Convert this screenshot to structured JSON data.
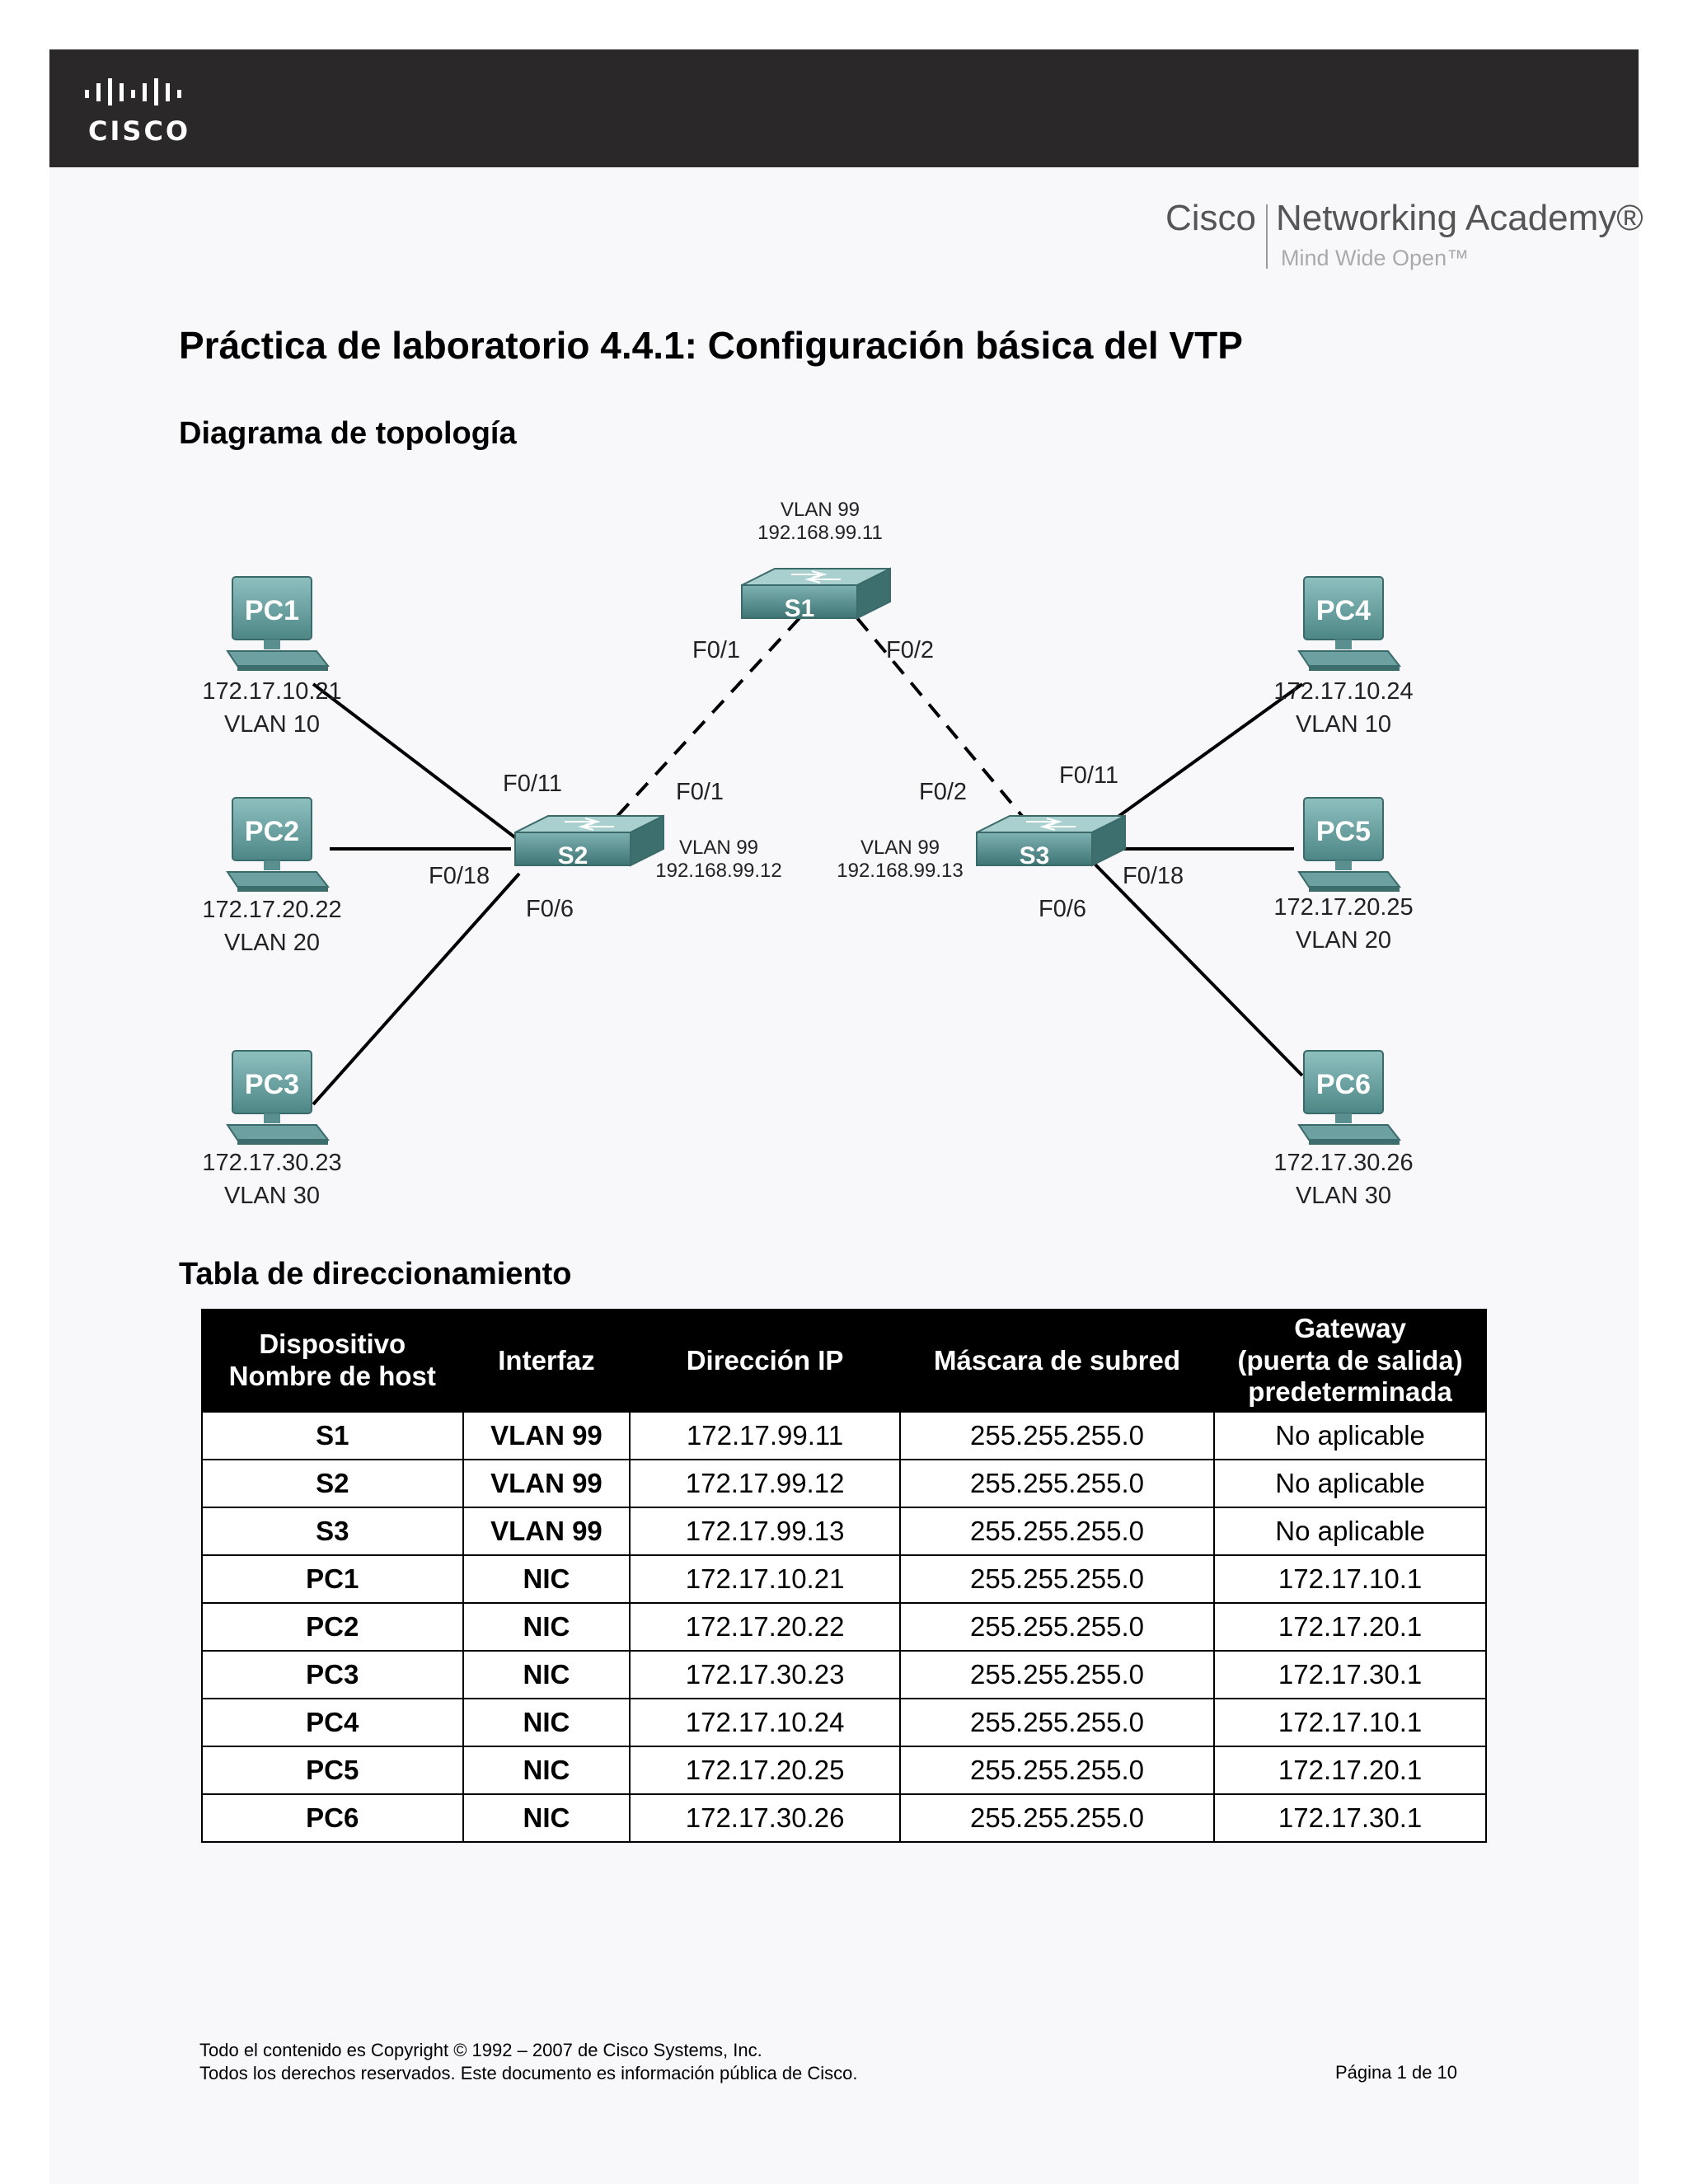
{
  "header": {
    "brand": "CISCO",
    "academy_name": "Cisco",
    "academy_sub": "Networking Academy®",
    "academy_tagline": "Mind Wide Open™"
  },
  "title": "Práctica de laboratorio 4.4.1: Configuración básica del VTP",
  "topology": {
    "heading": "Diagrama de topología",
    "pcs": [
      {
        "name": "PC1",
        "ip": "172.17.10.21",
        "vlan": "VLAN 10"
      },
      {
        "name": "PC2",
        "ip": "172.17.20.22",
        "vlan": "VLAN 20"
      },
      {
        "name": "PC3",
        "ip": "172.17.30.23",
        "vlan": "VLAN 30"
      },
      {
        "name": "PC4",
        "ip": "172.17.10.24",
        "vlan": "VLAN 10"
      },
      {
        "name": "PC5",
        "ip": "172.17.20.25",
        "vlan": "VLAN 20"
      },
      {
        "name": "PC6",
        "ip": "172.17.30.26",
        "vlan": "VLAN 30"
      }
    ],
    "switches": [
      {
        "name": "S1",
        "vlan": "VLAN 99",
        "ip": "192.168.99.11"
      },
      {
        "name": "S2",
        "vlan": "VLAN 99",
        "ip": "192.168.99.12"
      },
      {
        "name": "S3",
        "vlan": "VLAN 99",
        "ip": "192.168.99.13"
      }
    ],
    "ports": {
      "s1_left": "F0/1",
      "s1_right": "F0/2",
      "s2_f011": "F0/11",
      "s2_f01": "F0/1",
      "s2_f018": "F0/18",
      "s2_f06": "F0/6",
      "s3_f02": "F0/2",
      "s3_f011": "F0/11",
      "s3_f018": "F0/18",
      "s3_f06": "F0/6"
    }
  },
  "addressing": {
    "heading": "Tabla de direccionamiento",
    "headers": [
      [
        "Dispositivo",
        "Nombre de host"
      ],
      [
        "Interfaz"
      ],
      [
        "Dirección IP"
      ],
      [
        "Máscara de subred"
      ],
      [
        "Gateway",
        "(puerta de salida)",
        "predeterminada"
      ]
    ],
    "rows": [
      [
        "S1",
        "VLAN 99",
        "172.17.99.11",
        "255.255.255.0",
        "No aplicable"
      ],
      [
        "S2",
        "VLAN 99",
        "172.17.99.12",
        "255.255.255.0",
        "No aplicable"
      ],
      [
        "S3",
        "VLAN 99",
        "172.17.99.13",
        "255.255.255.0",
        "No aplicable"
      ],
      [
        "PC1",
        "NIC",
        "172.17.10.21",
        "255.255.255.0",
        "172.17.10.1"
      ],
      [
        "PC2",
        "NIC",
        "172.17.20.22",
        "255.255.255.0",
        "172.17.20.1"
      ],
      [
        "PC3",
        "NIC",
        "172.17.30.23",
        "255.255.255.0",
        "172.17.30.1"
      ],
      [
        "PC4",
        "NIC",
        "172.17.10.24",
        "255.255.255.0",
        "172.17.10.1"
      ],
      [
        "PC5",
        "NIC",
        "172.17.20.25",
        "255.255.255.0",
        "172.17.20.1"
      ],
      [
        "PC6",
        "NIC",
        "172.17.30.26",
        "255.255.255.0",
        "172.17.30.1"
      ]
    ]
  },
  "footer": {
    "copyright": "Todo el contenido es Copyright © 1992 – 2007 de Cisco Systems, Inc.",
    "rights": "Todos los derechos reservados. Este documento es información pública de Cisco.",
    "page": "Página 1 de 10"
  }
}
